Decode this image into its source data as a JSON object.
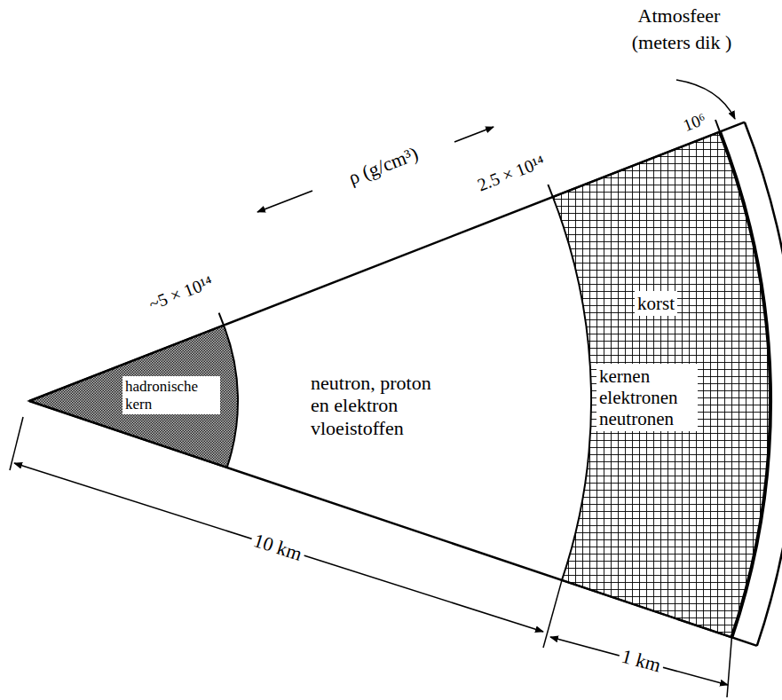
{
  "diagram": {
    "nodes": [
      {
        "text": [
          "hadronische kern"
        ]
      },
      {
        "text": [
          "neutron, proton en elektron vloeistoffen"
        ]
      },
      {
        "text": [
          "korst",
          "kernen elektronen neutronen"
        ]
      }
    ],
    "labels": [
      "Atmosfeer",
      "(meters dik )",
      "10⁶",
      "2.5 × 10¹⁴",
      "ρ (g/cm³)",
      "~5 × 10¹⁴",
      "10 km",
      "1 km"
    ]
  }
}
